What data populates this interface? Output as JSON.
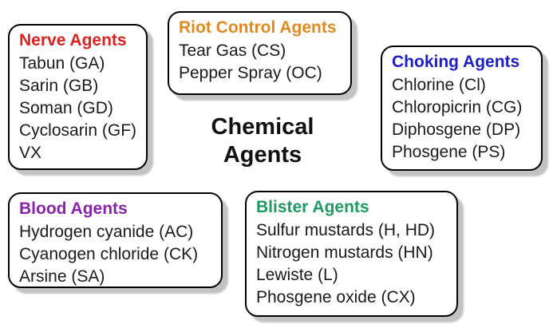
{
  "title": {
    "line1": "Chemical",
    "line2": "Agents"
  },
  "colors": {
    "nerve": "#dd2020",
    "riot": "#e08a1e",
    "choking": "#1e1ec8",
    "blood": "#8824ab",
    "blister": "#1e9a62",
    "body_text": "#1a1a1a",
    "box_border": "#000000",
    "box_shadow": "#c2c2c2"
  },
  "boxes": [
    {
      "title": "Nerve Agents",
      "color": "#dd2020",
      "items": [
        "Tabun (GA)",
        "Sarin (GB)",
        "Soman (GD)",
        "Cyclosarin (GF)",
        "VX"
      ]
    },
    {
      "title": "Riot Control Agents",
      "color": "#e08a1e",
      "items": [
        "Tear Gas (CS)",
        "Pepper Spray (OC)"
      ]
    },
    {
      "title": "Choking Agents",
      "color": "#1e1ec8",
      "items": [
        "Chlorine (Cl)",
        "Chloropicrin (CG)",
        "Diphosgene (DP)",
        "Phosgene (PS)"
      ]
    },
    {
      "title": "Blood Agents",
      "color": "#8824ab",
      "items": [
        "Hydrogen cyanide (AC)",
        "Cyanogen chloride (CK)",
        "Arsine (SA)"
      ]
    },
    {
      "title": "Blister Agents",
      "color": "#1e9a62",
      "items": [
        "Sulfur mustards (H, HD)",
        "Nitrogen mustards (HN)",
        "Lewiste (L)",
        "Phosgene oxide (CX)"
      ]
    }
  ]
}
